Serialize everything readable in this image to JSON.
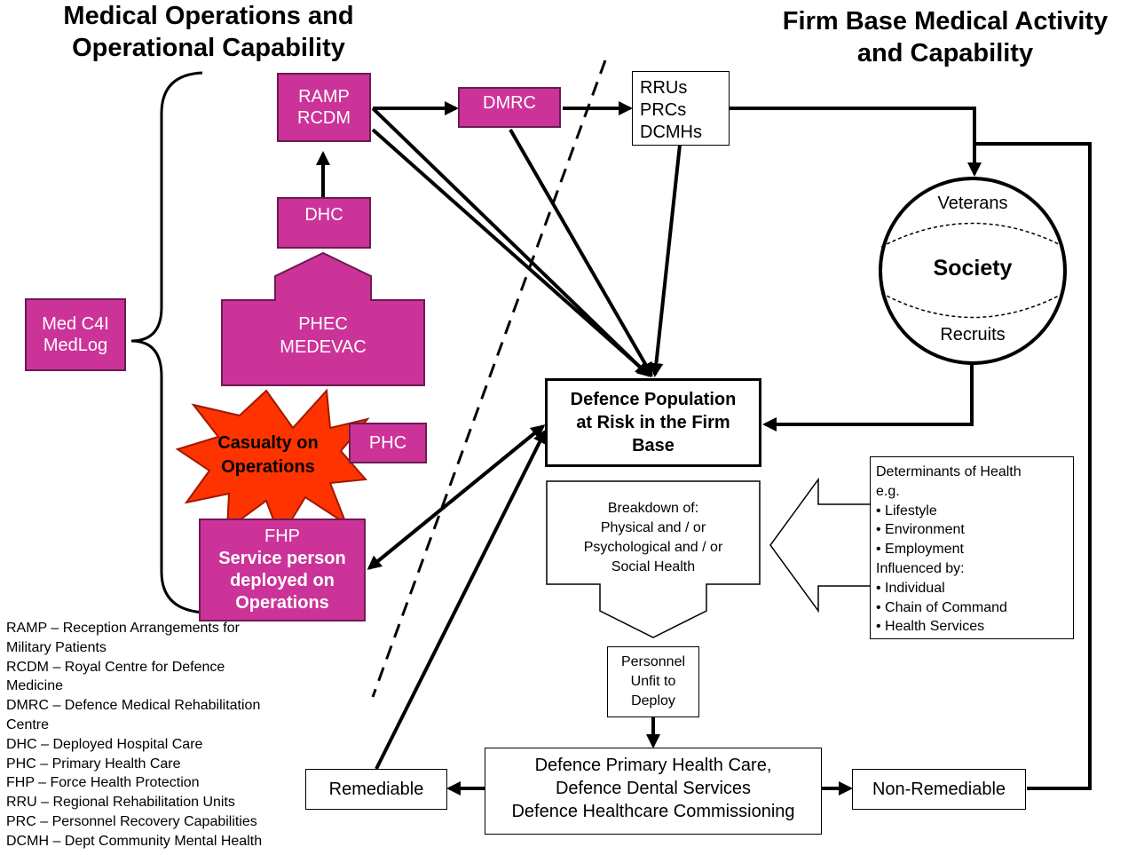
{
  "headings": {
    "left": [
      "Medical Operations and",
      "Operational Capability"
    ],
    "right": [
      "Firm Base Medical Activity",
      "and Capability"
    ]
  },
  "nodes": {
    "ramp": [
      "RAMP",
      "RCDM"
    ],
    "dmrc": "DMRC",
    "rrus": [
      "RRUs",
      "PRCs",
      "DCMHs"
    ],
    "dhc": "DHC",
    "phec": [
      "PHEC",
      "MEDEVAC"
    ],
    "medc4i": [
      "Med C4I",
      "MedLog"
    ],
    "phc": "PHC",
    "casualty": [
      "Casualty on",
      "Operations"
    ],
    "fhp": {
      "title": "FHP",
      "lines": [
        "Service person",
        "deployed on",
        "Operations"
      ]
    },
    "society": {
      "label": "Society",
      "top": "Veterans",
      "bottom": "Recruits"
    },
    "population": [
      "Defence Population",
      "at Risk in the Firm",
      "Base"
    ],
    "breakdown": [
      "Breakdown of:",
      "Physical and / or",
      "Psychological and / or",
      "Social Health"
    ],
    "determinants": [
      "Determinants of Health",
      "e.g.",
      "• Lifestyle",
      "• Environment",
      "• Employment",
      "Influenced by:",
      "• Individual",
      "• Chain of Command",
      "• Health Services"
    ],
    "unfit": [
      "Personnel",
      "Unfit to",
      "Deploy"
    ],
    "primary_care": [
      "Defence Primary Health Care,",
      "Defence Dental Services",
      "Defence Healthcare Commissioning"
    ],
    "remediable": "Remediable",
    "non_remediable": "Non-Remediable"
  },
  "legend": [
    "RAMP – Reception Arrangements for",
    "Military Patients",
    "RCDM – Royal Centre for Defence",
    "Medicine",
    "DMRC – Defence Medical Rehabilitation",
    "Centre",
    "DHC – Deployed Hospital Care",
    "PHC – Primary Health Care",
    "FHP – Force Health Protection",
    "RRU – Regional Rehabilitation Units",
    "PRC – Personnel Recovery Capabilities",
    "DCMH – Dept Community Mental Health"
  ],
  "colors": {
    "magenta": "#cc3399",
    "starburst": "#ff3300",
    "line": "#000000"
  }
}
